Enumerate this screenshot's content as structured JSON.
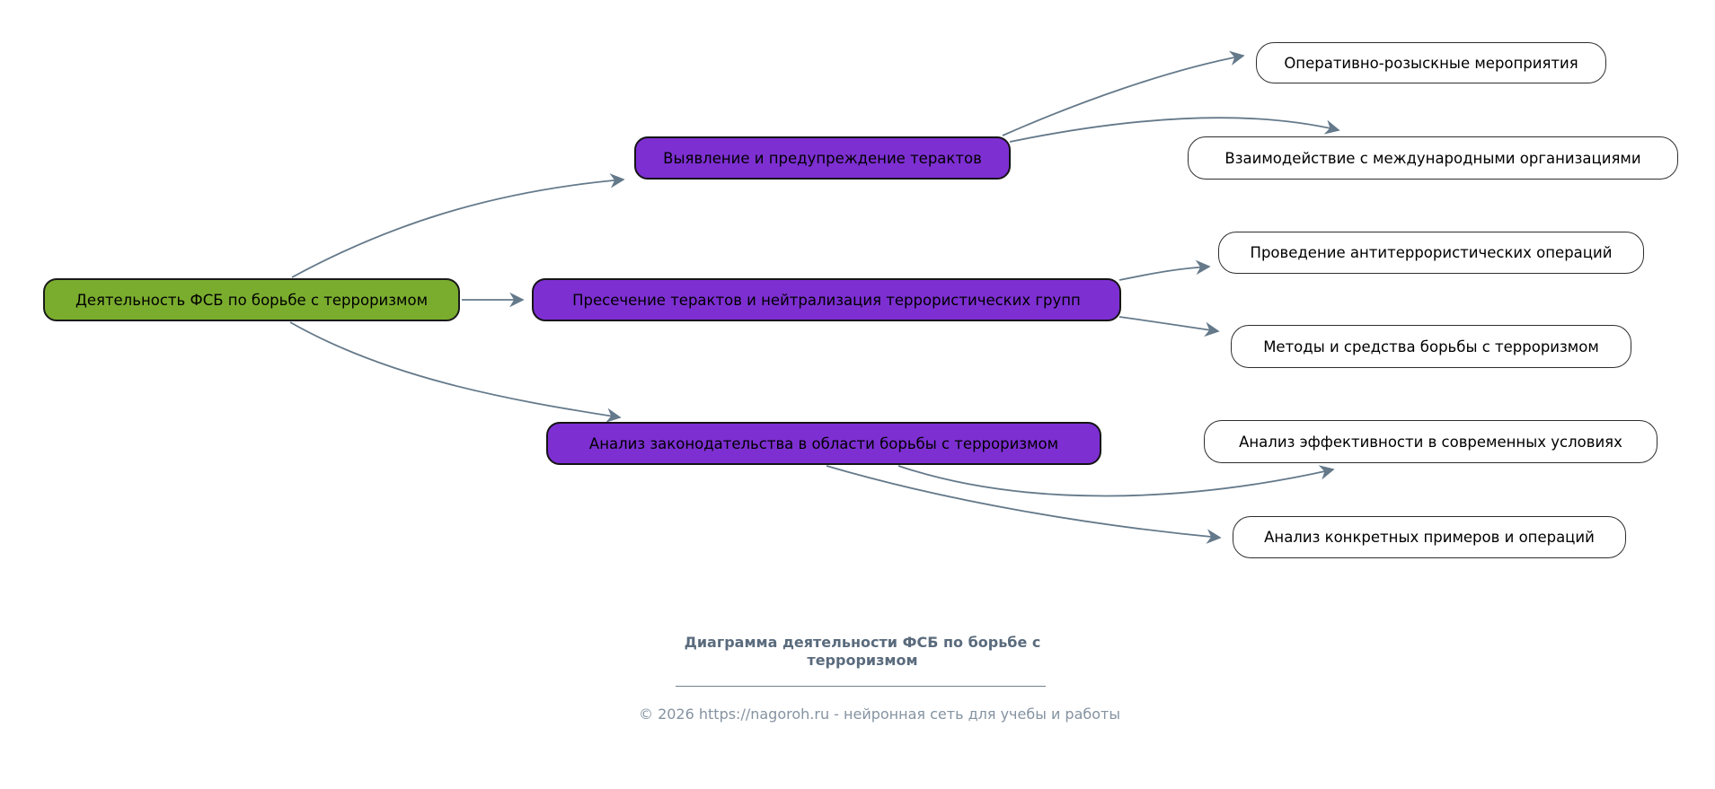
{
  "diagram": {
    "type": "mindmap",
    "root": {
      "label": "Деятельность ФСБ по борьбе с терроризмом"
    },
    "branches": [
      {
        "label": "Выявление и предупреждение терактов",
        "children": [
          {
            "label": "Оперативно-розыскные мероприятия"
          },
          {
            "label": "Взаимодействие с международными организациями"
          }
        ]
      },
      {
        "label": "Пресечение терактов и нейтрализация террористических групп",
        "children": [
          {
            "label": "Проведение антитеррористических операций"
          },
          {
            "label": "Методы и средства борьбы с терроризмом"
          }
        ]
      },
      {
        "label": "Анализ законодательства в области борьбы с терроризмом",
        "children": [
          {
            "label": "Анализ эффективности в современных условиях"
          },
          {
            "label": "Анализ конкретных примеров и операций"
          }
        ]
      }
    ],
    "edges": [
      {
        "from": "root",
        "to": "branch-1"
      },
      {
        "from": "root",
        "to": "branch-2"
      },
      {
        "from": "root",
        "to": "branch-3"
      },
      {
        "from": "branch-1",
        "to": "leaf-1-1"
      },
      {
        "from": "branch-1",
        "to": "leaf-1-2"
      },
      {
        "from": "branch-2",
        "to": "leaf-2-1"
      },
      {
        "from": "branch-2",
        "to": "leaf-2-2"
      },
      {
        "from": "branch-3",
        "to": "leaf-3-1"
      },
      {
        "from": "branch-3",
        "to": "leaf-3-2"
      }
    ],
    "colors": {
      "root_fill": "#7aad2e",
      "branch_fill": "#7d2fd2",
      "leaf_fill": "#ffffff",
      "node_border": "#1a1a1a",
      "edge": "#64798a",
      "footer_title": "#5a6b7d",
      "footer_copyright": "#8593a1"
    }
  },
  "footer": {
    "title": "Диаграмма деятельности ФСБ по борьбе с терроризмом",
    "copyright": "© 2026 https://nagoroh.ru - нейронная сеть для учебы и работы"
  }
}
